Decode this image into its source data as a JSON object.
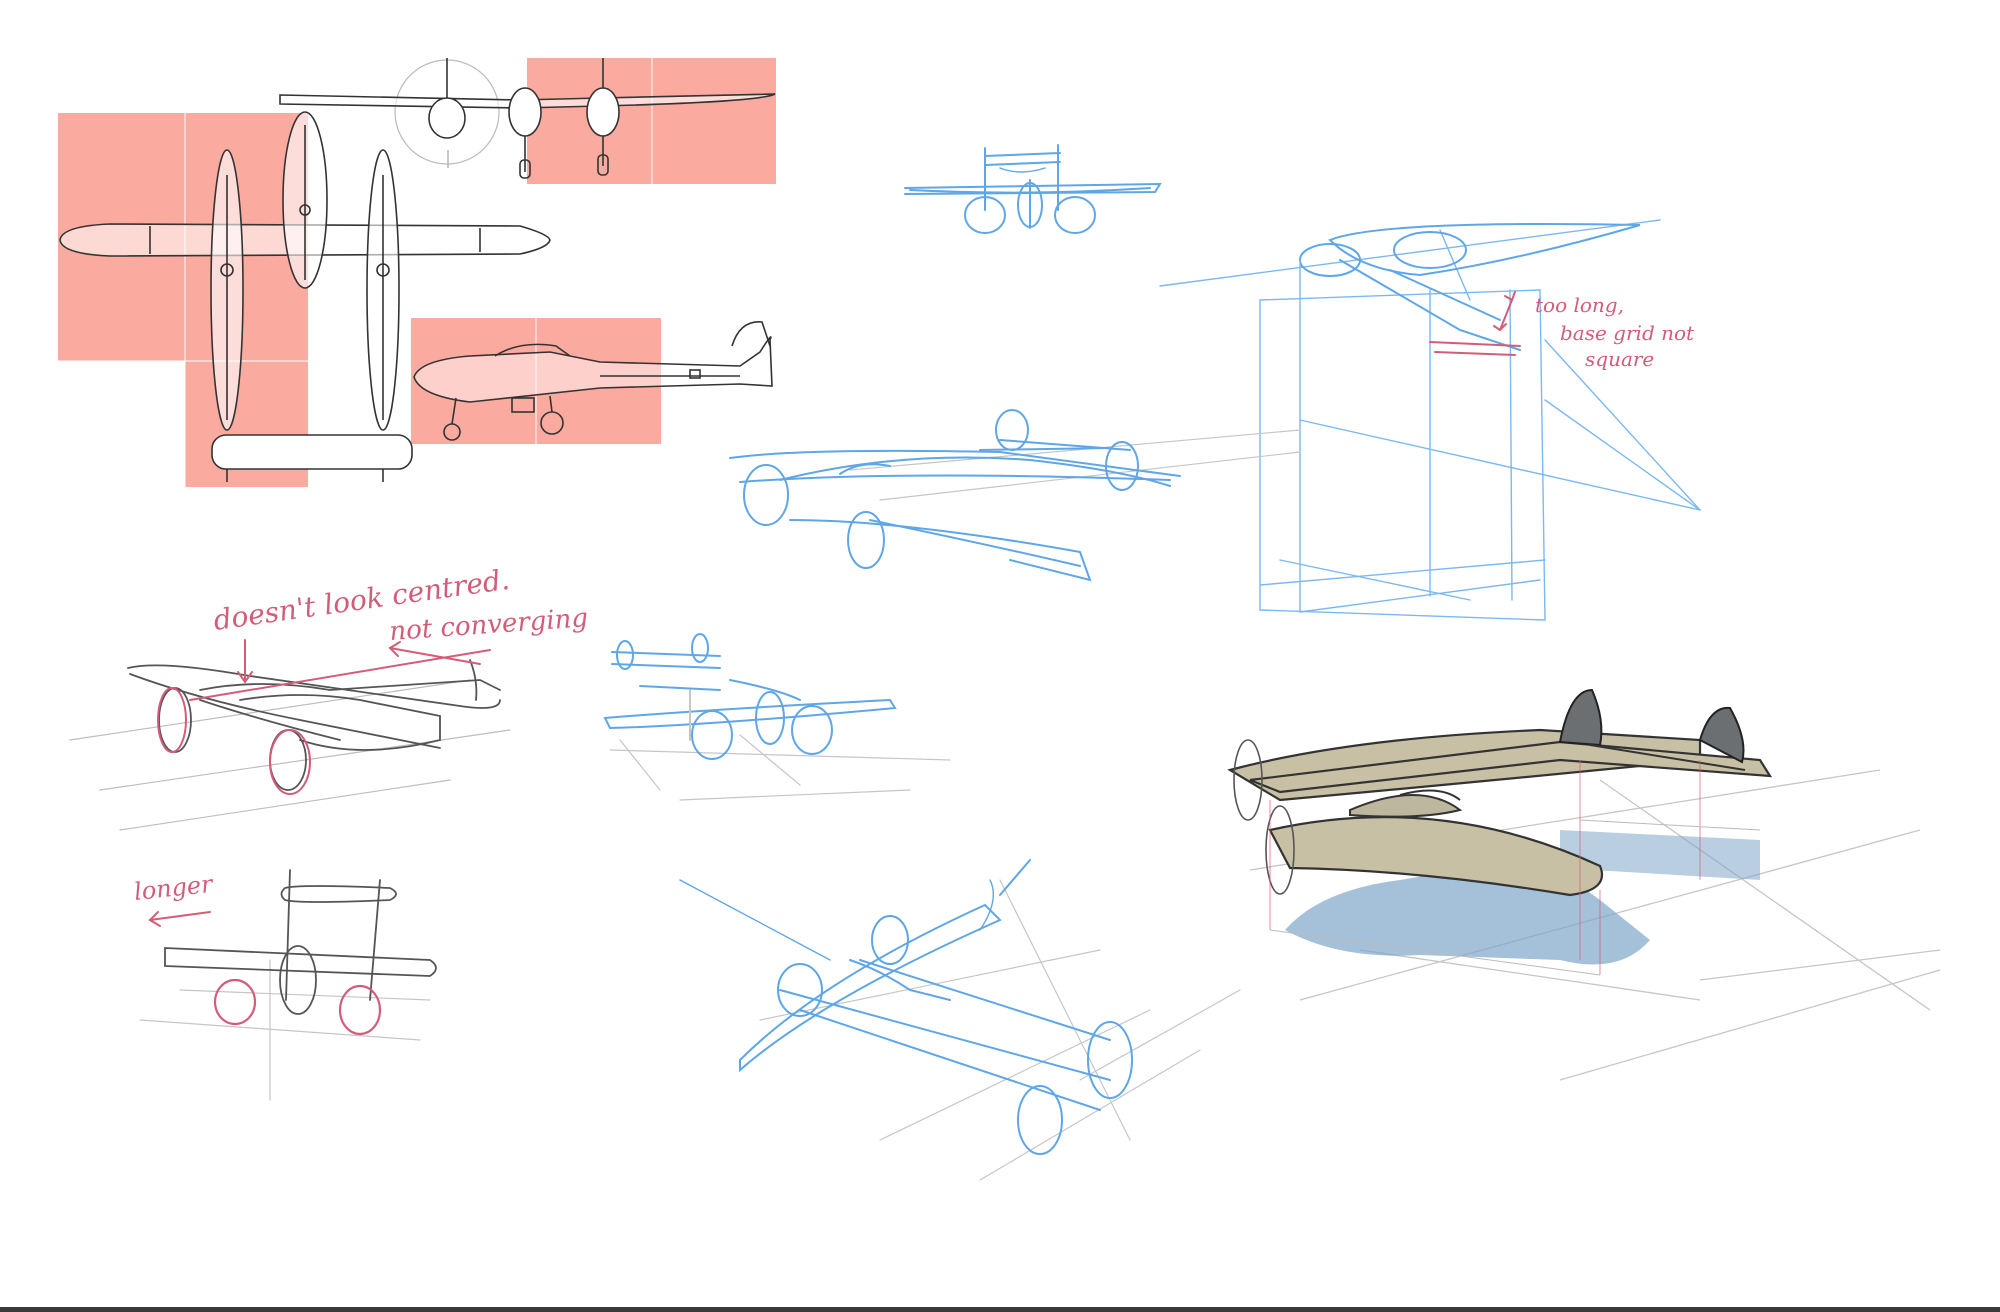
{
  "sheet": {
    "subject": "Twin-boom aircraft perspective study sheet",
    "colors": {
      "background": "#ffffff",
      "reference_block": "#fbaaa0",
      "construction_blue": "#5fa6e6",
      "correction_red": "#d35d78",
      "pencil_grey": "#555555",
      "paint_olive": "#c8c0a4",
      "shadow_blue": "#7fa5c9"
    }
  },
  "annotations": {
    "too_long_line1": "too long,",
    "too_long_line2": "base grid not",
    "too_long_line3": "square",
    "not_centred": "doesn't look centred.",
    "not_converging": "not converging",
    "longer": "longer"
  },
  "sketches": [
    {
      "name": "orthographic-reference",
      "style": "line-art"
    },
    {
      "name": "front-view-sketch",
      "style": "blue-construction"
    },
    {
      "name": "perspective-box-sketch",
      "style": "blue-construction"
    },
    {
      "name": "three-quarter-sketch",
      "style": "blue-construction"
    },
    {
      "name": "pencil-sketch-corrected",
      "style": "pencil-with-red"
    },
    {
      "name": "low-angle-sketch",
      "style": "blue-construction"
    },
    {
      "name": "front-pencil-sketch",
      "style": "pencil-with-red"
    },
    {
      "name": "top-down-sketch",
      "style": "blue-construction"
    },
    {
      "name": "final-rendered-sketch",
      "style": "painted"
    }
  ]
}
